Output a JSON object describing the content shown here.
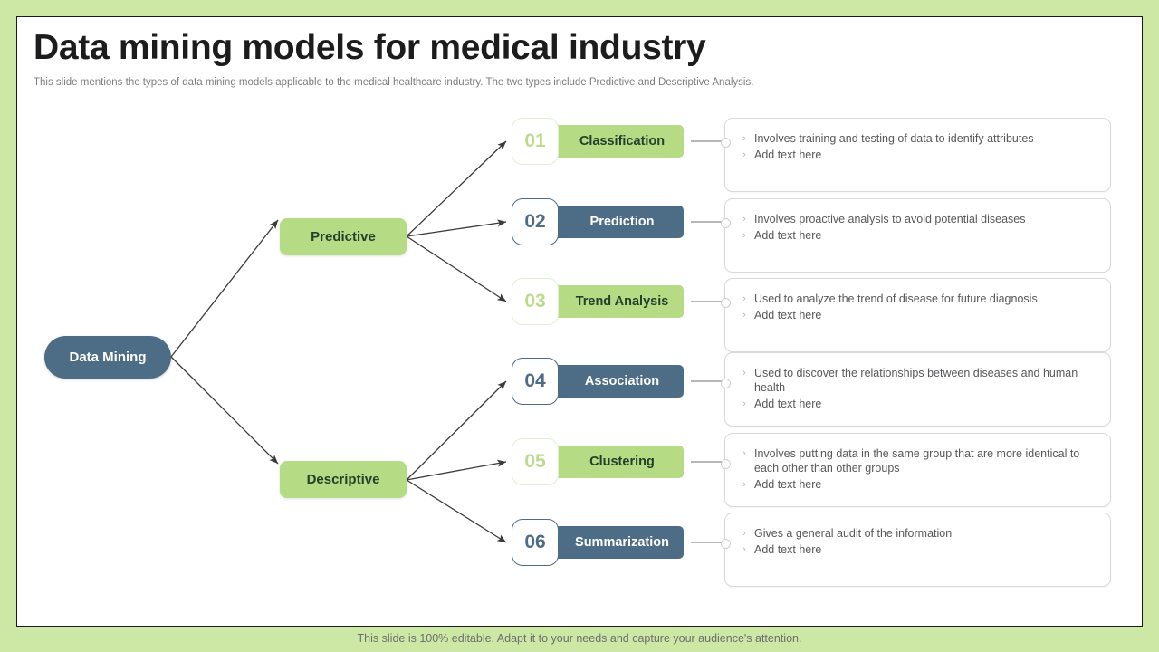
{
  "slide": {
    "title": "Data mining models for medical industry",
    "subtitle": "This slide mentions the types of data mining models applicable to the medical healthcare industry. The two types include Predictive and Descriptive Analysis.",
    "footer": "This slide is 100% editable. Adapt it to your needs and capture your audience's attention."
  },
  "colors": {
    "frame_green": "#cde8a4",
    "accent_green": "#b5dc84",
    "accent_slate": "#4d6c86",
    "card_white": "#ffffff",
    "text_dark": "#1c1c1c",
    "text_muted": "#7c7c7c",
    "body_text": "#58585c"
  },
  "diagram": {
    "root": {
      "label": "Data Mining"
    },
    "branches": [
      {
        "label": "Predictive"
      },
      {
        "label": "Descriptive"
      }
    ],
    "items": [
      {
        "number": "01",
        "label": "Classification",
        "theme": "green",
        "bullets": [
          "Involves  training and testing of data to identify  attributes",
          "Add text here"
        ]
      },
      {
        "number": "02",
        "label": "Prediction",
        "theme": "slate",
        "bullets": [
          "Involves  proactive  analysis to avoid  potential diseases",
          "Add text here"
        ]
      },
      {
        "number": "03",
        "label": "Trend Analysis",
        "theme": "green",
        "bullets": [
          "Used to analyze the trend of disease  for future  diagnosis",
          "Add text here"
        ]
      },
      {
        "number": "04",
        "label": "Association",
        "theme": "slate",
        "bullets": [
          "Used to discover  the relationships  between diseases and human health",
          "Add text here"
        ]
      },
      {
        "number": "05",
        "label": "Clustering",
        "theme": "green",
        "bullets": [
          "Involves  putting data in the same group that are more identical to each other than other groups",
          "Add text here"
        ]
      },
      {
        "number": "06",
        "label": "Summarization",
        "theme": "slate",
        "bullets": [
          "Gives  a general  audit  of the information",
          "Add text here"
        ]
      }
    ]
  }
}
